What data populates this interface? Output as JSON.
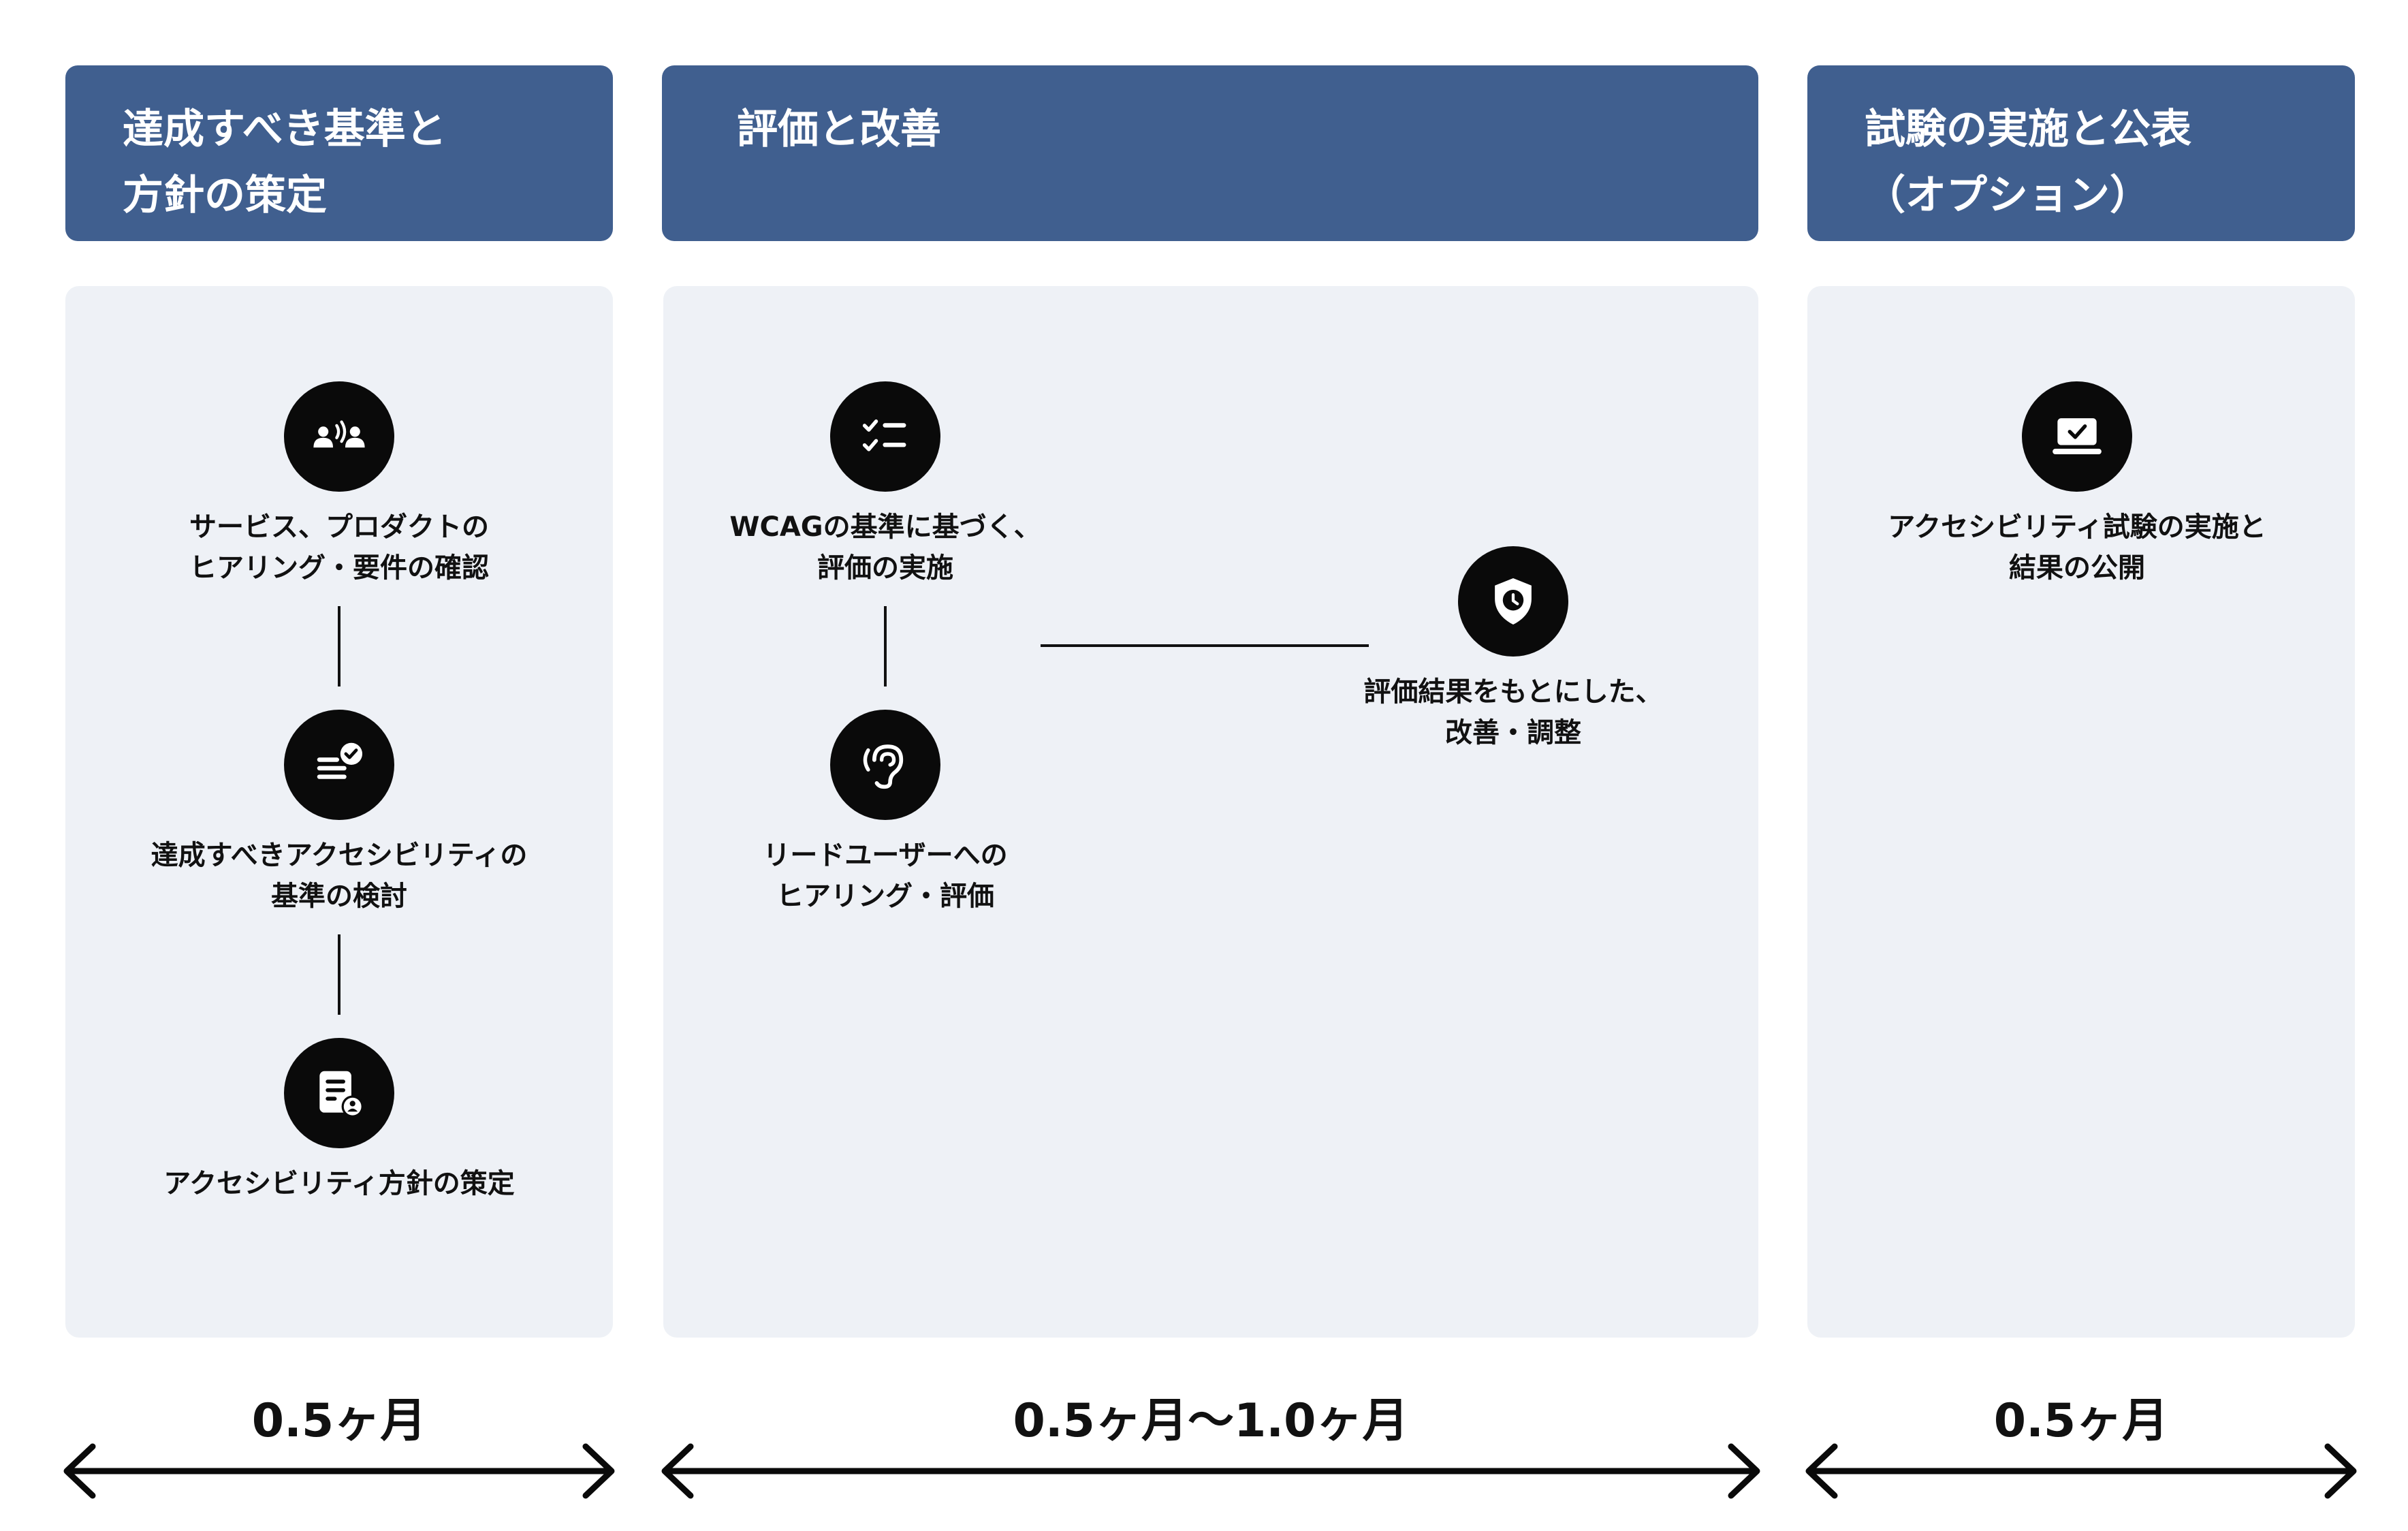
{
  "phases": [
    {
      "header": [
        "達成すべき基準と",
        "方針の策定"
      ],
      "steps": [
        {
          "icon": "hearing-people-icon",
          "label": [
            "サービス、プロダクトの",
            "ヒアリング・要件の確認"
          ]
        },
        {
          "icon": "checklist-document-icon",
          "label": [
            "達成すべきアクセシビリティの",
            "基準の検討"
          ]
        },
        {
          "icon": "policy-document-icon",
          "label": [
            "アクセシビリティ方針の策定"
          ]
        }
      ],
      "duration": "0.5ヶ月"
    },
    {
      "header": [
        "評価と改善"
      ],
      "steps": [
        {
          "icon": "checklist-icon",
          "label": [
            "WCAGの基準に基づく、",
            "評価の実施"
          ]
        },
        {
          "icon": "ear-icon",
          "label": [
            "リードユーザーへの",
            "ヒアリング・評価"
          ]
        },
        {
          "icon": "shield-clock-icon",
          "label": [
            "評価結果をもとにした、",
            "改善・調整"
          ]
        }
      ],
      "duration": "0.5ヶ月〜1.0ヶ月"
    },
    {
      "header": [
        "試験の実施と公表",
        "（オプション）"
      ],
      "steps": [
        {
          "icon": "laptop-check-icon",
          "label": [
            "アクセシビリティ試験の実施と",
            "結果の公開"
          ]
        }
      ],
      "duration": "0.5ヶ月"
    }
  ]
}
